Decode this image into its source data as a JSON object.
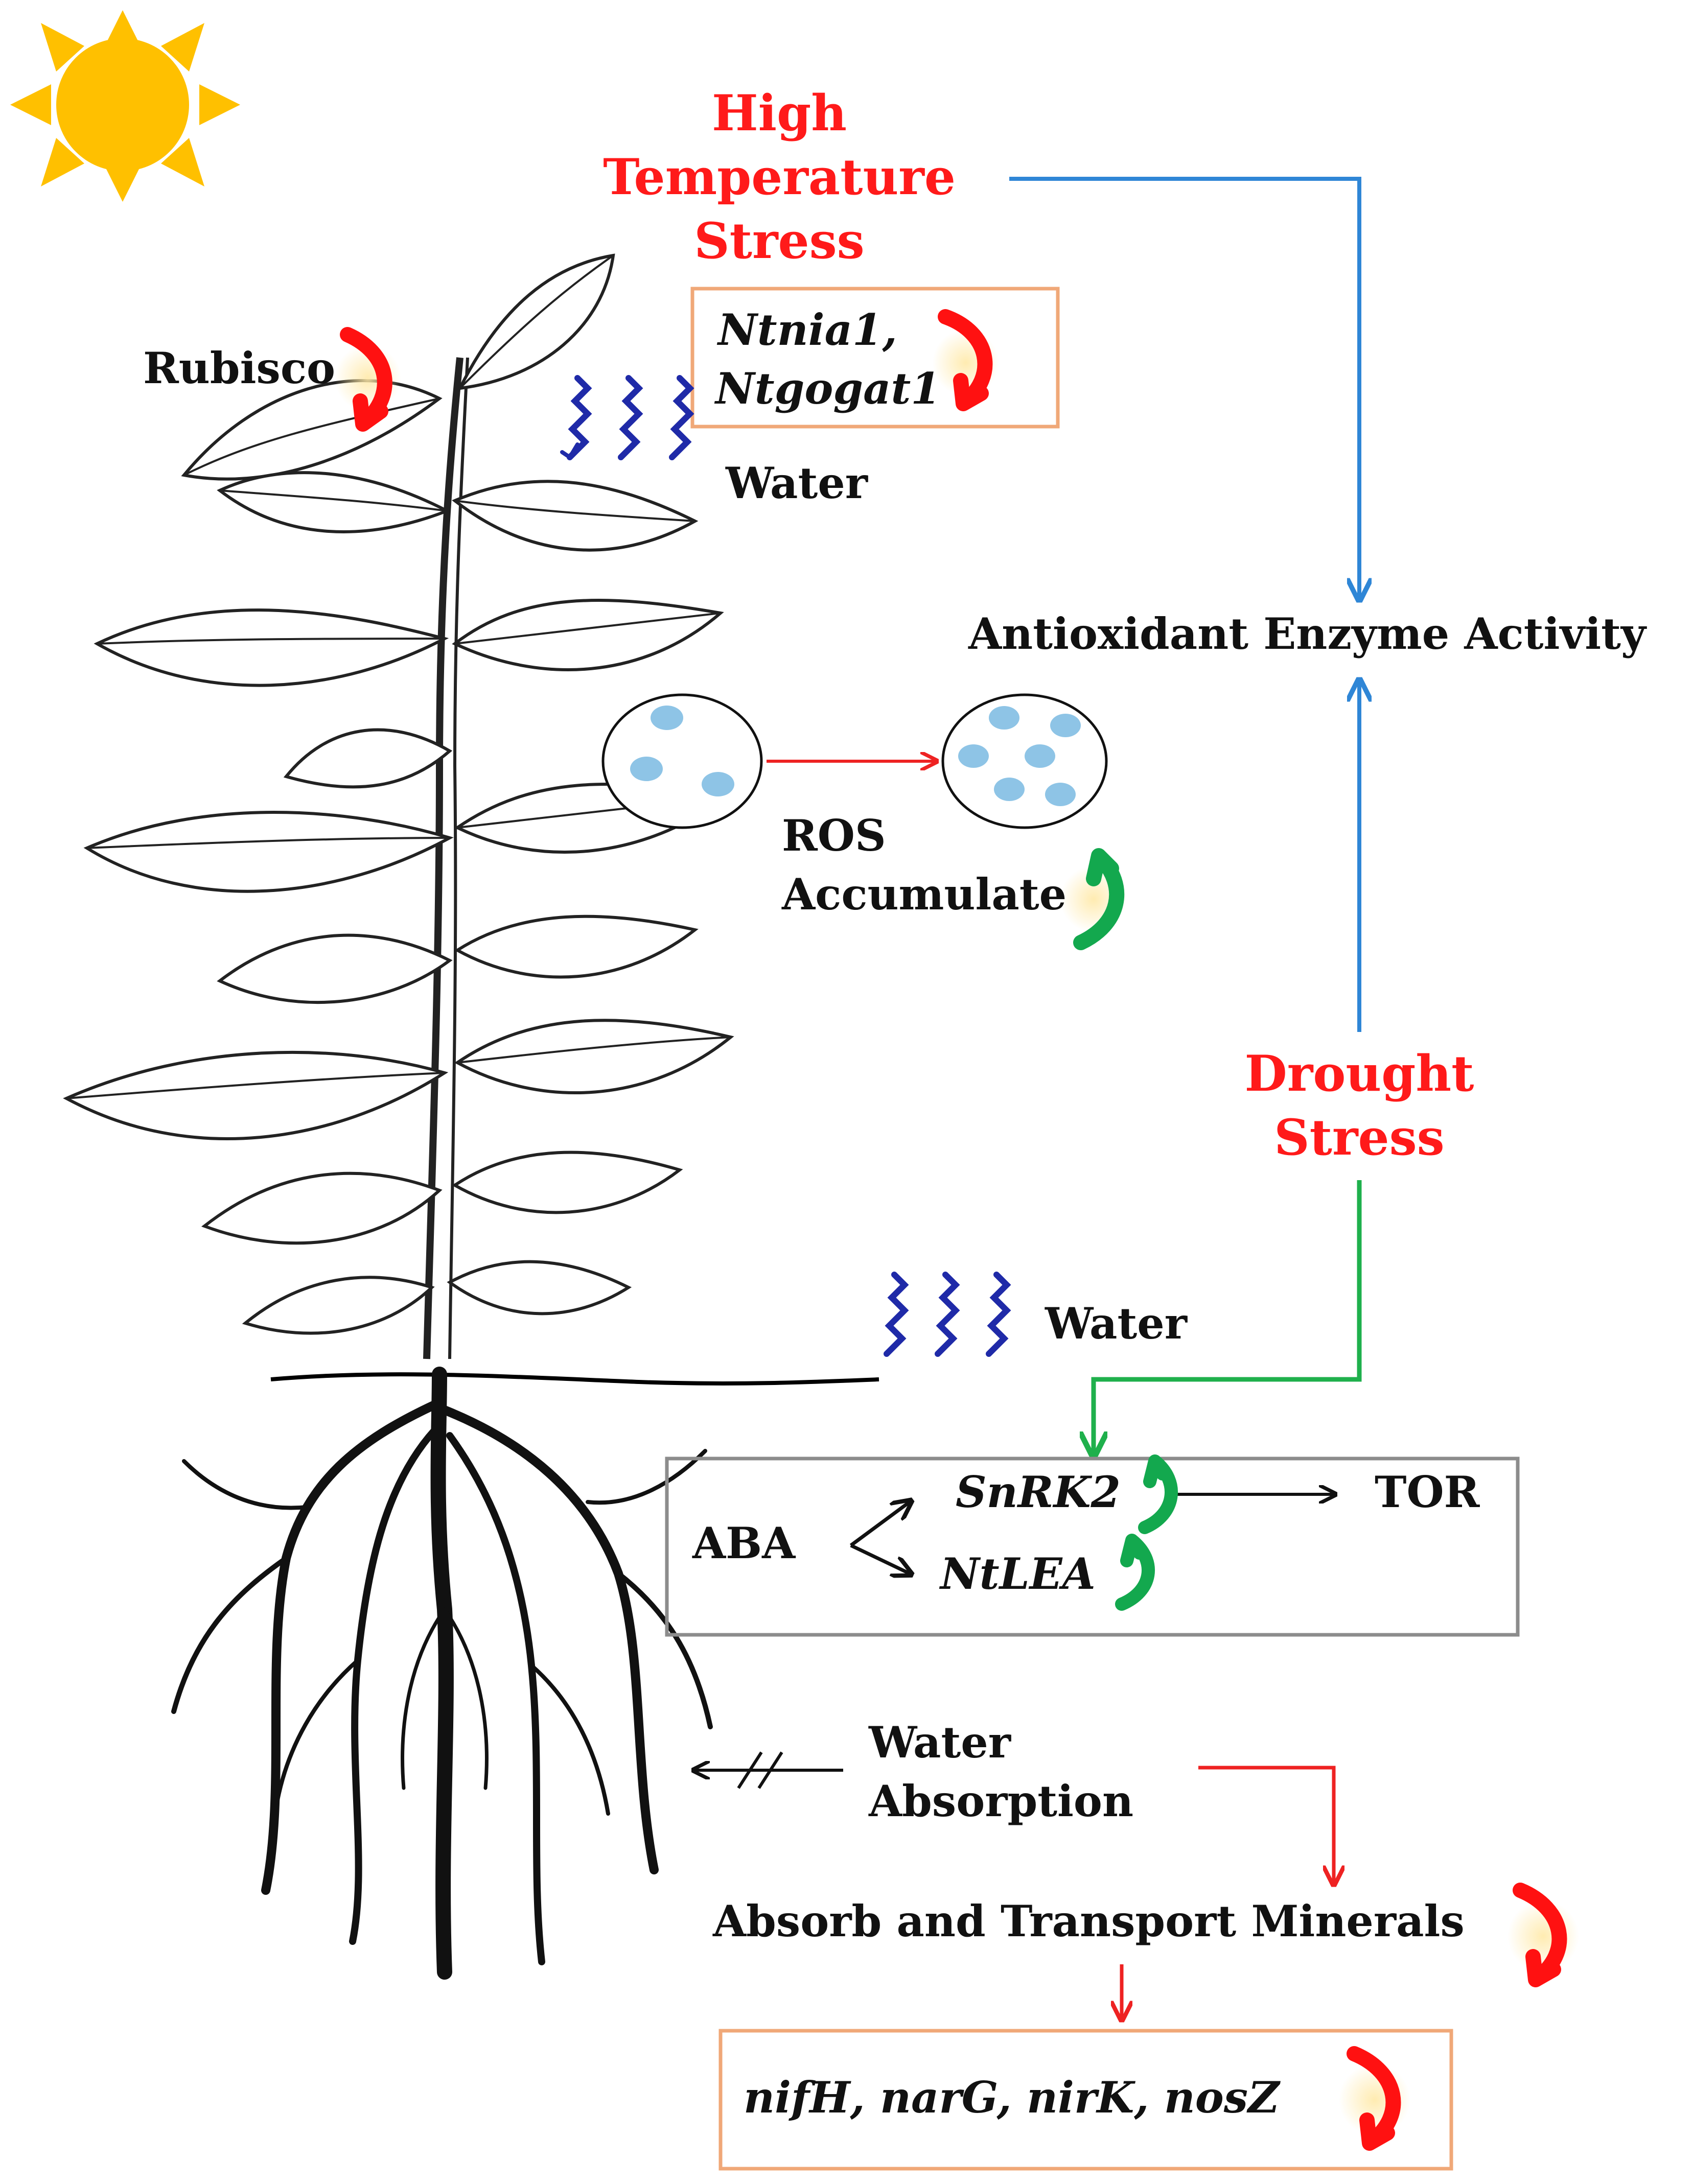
{
  "labels": {
    "high_temp_line1": "High",
    "high_temp_line2": "Temperature",
    "high_temp_line3": "Stress",
    "ntnia1": "Ntnia1,",
    "ntgogat1": "Ntgogat1",
    "rubisco": "Rubisco",
    "water_top": "Water",
    "antioxidant": "Antioxidant Enzyme Activity",
    "ros_line1": "ROS",
    "ros_line2": "Accumulate",
    "drought_line1": "Drought",
    "drought_line2": "Stress",
    "water_mid": "Water",
    "aba": "ABA",
    "snrk2": "SnRK2",
    "ntlea": "NtLEA",
    "tor": "TOR",
    "water_abs_line1": "Water",
    "water_abs_line2": "Absorption",
    "minerals": "Absorb and Transport Minerals",
    "genes": "nifH, narG, nirK, nosZ"
  },
  "colors": {
    "stress_red": "#ff1a1a",
    "down_red": "#ff1111",
    "up_green": "#13a84e",
    "blue_arrow": "#2f86d6",
    "green_arrow": "#1fb04c",
    "red_arrow": "#ee2222",
    "water_blue": "#1f2aa8",
    "box_orange": "#f0a878",
    "box_gray": "#8c8c8c",
    "sun": "#ffc000",
    "ros_dot": "#8ec4e6"
  }
}
